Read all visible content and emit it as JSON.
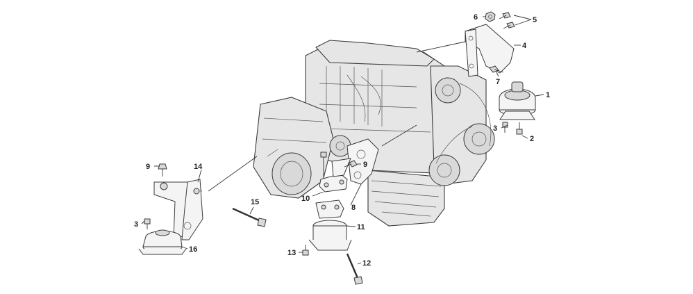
{
  "callouts": {
    "n1": "1",
    "n2": "2",
    "n3a": "3",
    "n3b": "3",
    "n4": "4",
    "n5": "5",
    "n6": "6",
    "n7": "7",
    "n8": "8",
    "n9a": "9",
    "n9b": "9",
    "n10": "10",
    "n11": "11",
    "n12": "12",
    "n13": "13",
    "n14": "14",
    "n15": "15",
    "n16": "16"
  }
}
